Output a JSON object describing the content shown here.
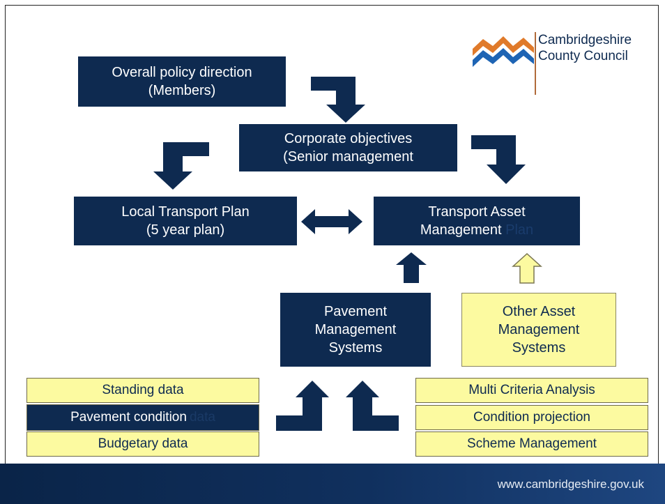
{
  "boxes": {
    "policy": {
      "line1": "Overall policy direction",
      "line2": "(Members)"
    },
    "corporate": {
      "line1": "Corporate objectives",
      "line2": "(Senior management"
    },
    "ltp": {
      "line1": "Local Transport Plan",
      "line2": "(5 year plan)"
    },
    "tamp": {
      "line1": "Transport Asset",
      "line2": "Management",
      "line2_hidden": "Plan"
    },
    "pms": {
      "line1": "Pavement",
      "line2": "Management",
      "line3": "Systems"
    },
    "oams": {
      "line1": "Other Asset",
      "line2": "Management",
      "line3": "Systems"
    }
  },
  "left_stack": {
    "standing": "Standing data",
    "pavement": "Pavement condition",
    "pavement_faint": "data",
    "budget": "Budgetary data"
  },
  "right_stack": {
    "mca": "Multi Criteria Analysis",
    "projection": "Condition projection",
    "scheme": "Scheme Management"
  },
  "logo": {
    "line1": "Cambridgeshire",
    "line2": "County Council"
  },
  "footer": {
    "url": "www.cambridgeshire.gov.uk"
  },
  "colors": {
    "navy": "#0e2a50",
    "yellow": "#fcfaa0",
    "logo_orange": "#e07a2a",
    "logo_blue": "#1e64b4"
  }
}
